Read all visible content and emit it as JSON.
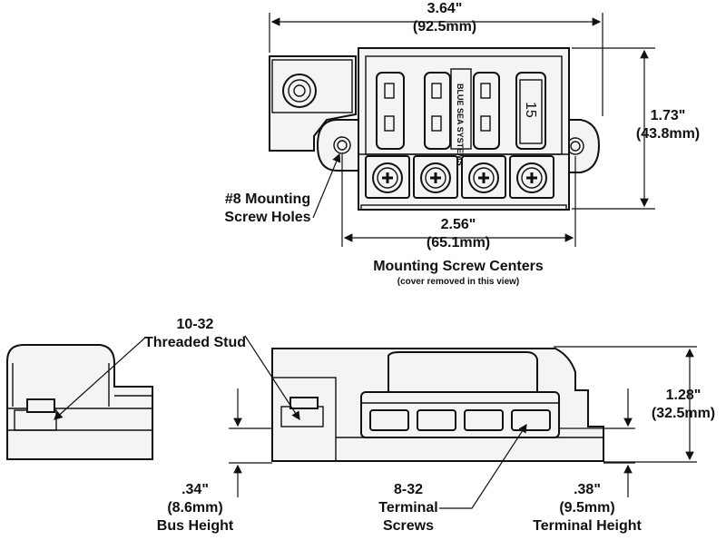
{
  "top_view": {
    "width_in": "3.64\"",
    "width_mm": "(92.5mm)",
    "height_in": "1.73\"",
    "height_mm": "(43.8mm)",
    "mount_label_line1": "#8 Mounting",
    "mount_label_line2": "Screw Holes",
    "centers_in": "2.56\"",
    "centers_mm": "(65.1mm)",
    "centers_caption": "Mounting Screw Centers",
    "centers_note": "(cover removed in this view)",
    "brand_text": "BLUE SEA SYSTEMS",
    "fuse_rating": "15"
  },
  "side_view": {
    "stud_label_line1": "10-32",
    "stud_label_line2": "Threaded Stud",
    "overall_in": "1.28\"",
    "overall_mm": "(32.5mm)",
    "bus_in": ".34\"",
    "bus_mm": "(8.6mm)",
    "bus_caption": "Bus Height",
    "screws_line1": "8-32",
    "screws_line2": "Terminal",
    "screws_line3": "Screws",
    "term_in": ".38\"",
    "term_mm": "(9.5mm)",
    "term_caption": "Terminal Height"
  }
}
